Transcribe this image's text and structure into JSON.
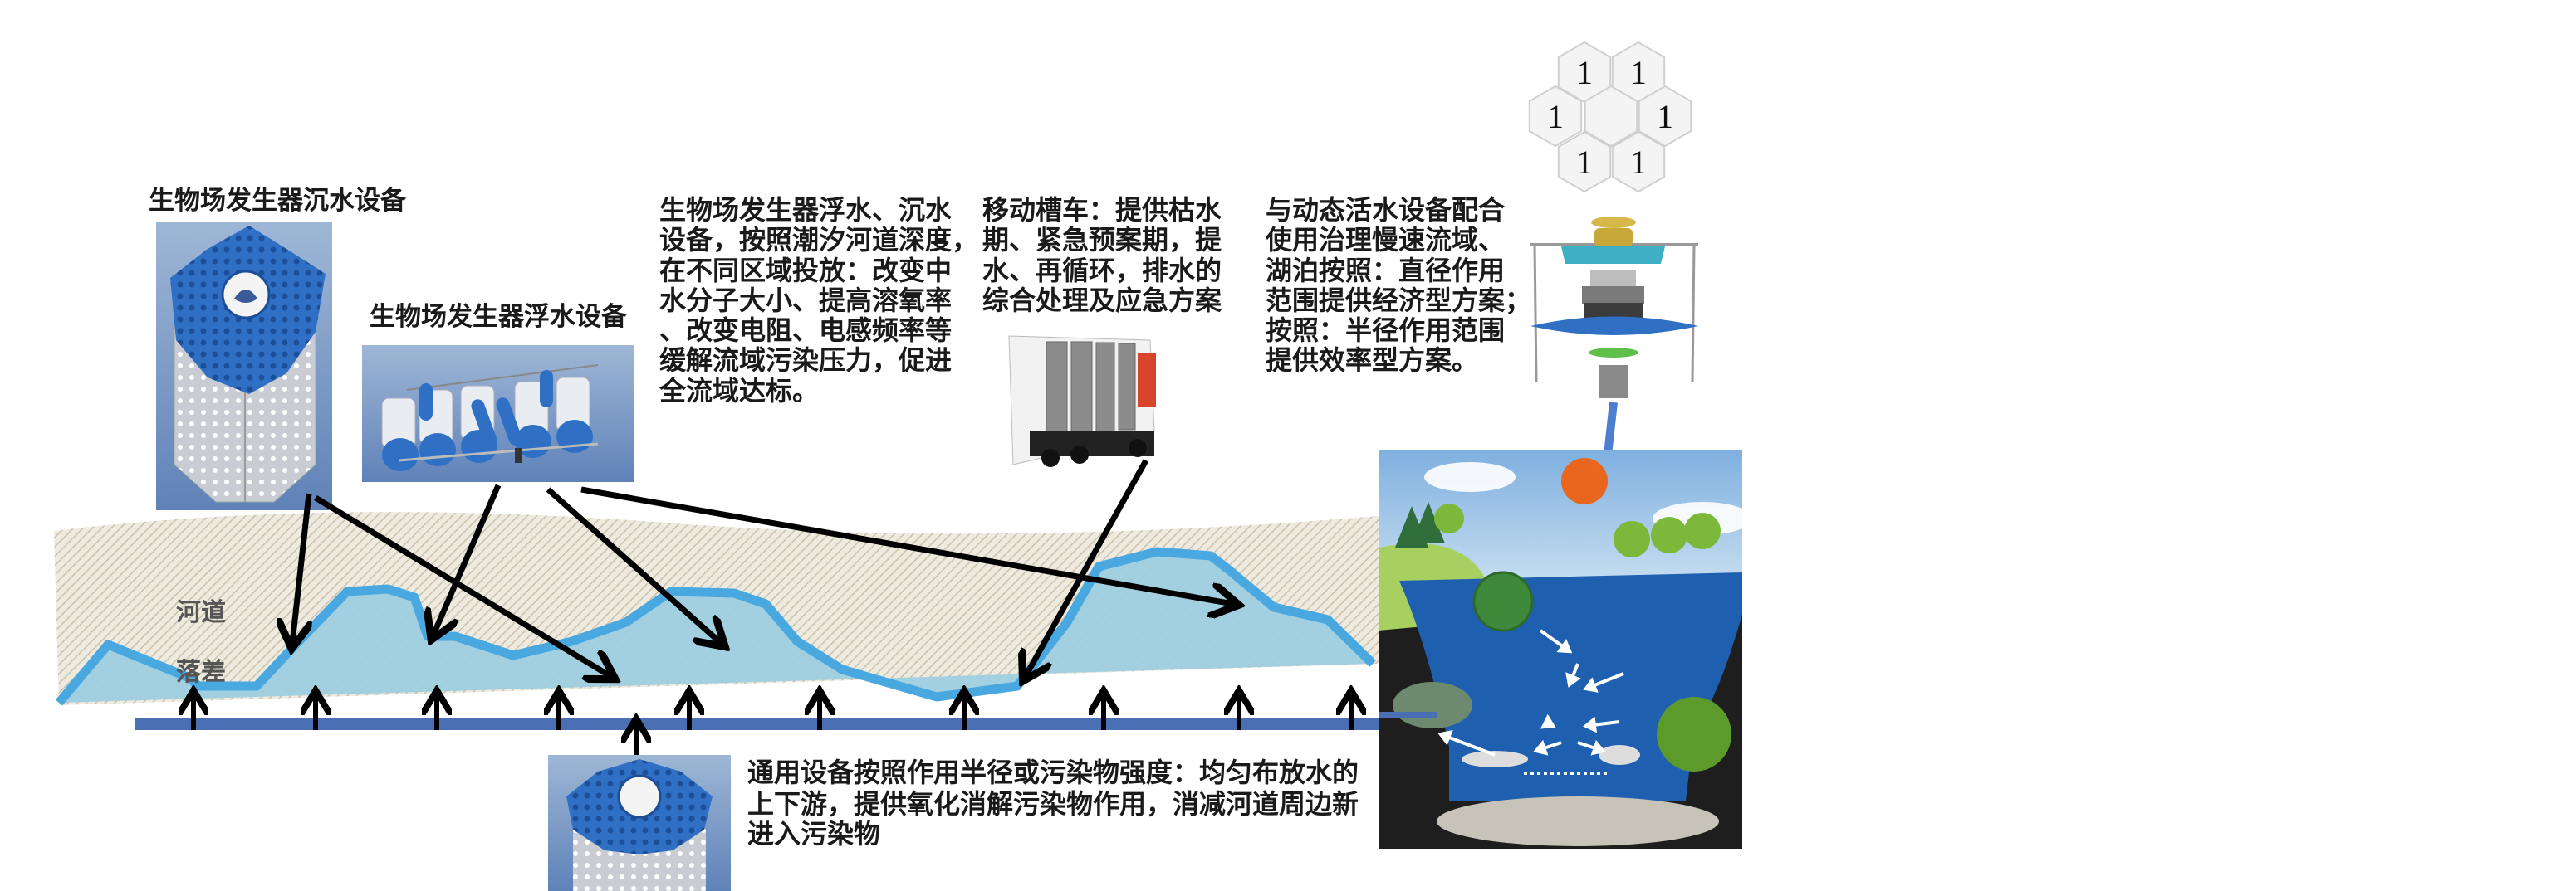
{
  "labels": {
    "sink_device_title": "生物场发生器沉水设备",
    "float_device_title": "生物场发生器浮水设备",
    "river_label_1": "河道",
    "river_label_2": "落差"
  },
  "text_blocks": {
    "deployment": [
      "生物场发生器浮水、沉水",
      "设备，按照潮汐河道深度，",
      "在不同区域投放：改变中",
      "水分子大小、提高溶氧率",
      "、改变电阻、电感频率等",
      "缓解流域污染压力，促进",
      "全流域达标。"
    ],
    "truck": [
      "移动槽车：提供枯水",
      "期、紧急预案期，提",
      "水、再循环，排水的",
      "综合处理及应急方案"
    ],
    "dynamic": [
      "与动态活水设备配合",
      "使用治理慢速流域、",
      "湖泊按照：直径作用",
      "范围提供经济型方案；",
      "按照：半径作用范围",
      "提供效率型方案。"
    ],
    "general": [
      "通用设备按照作用半径或污染物强度：均匀布放水的",
      "上下游，提供氧化消解污染物作用，消减河道周边新",
      "进入污染物"
    ]
  },
  "hex_labels": [
    "1",
    "1",
    "1",
    "1",
    "1",
    "1"
  ],
  "colors": {
    "river_fill": "#9ecfe0",
    "river_outline": "#4aa8e0",
    "baseline": "#4a6fb5",
    "device_blue": "#2f6fc4",
    "hatch": "#d8d2c0",
    "water_deep": "#1f5fb0"
  }
}
